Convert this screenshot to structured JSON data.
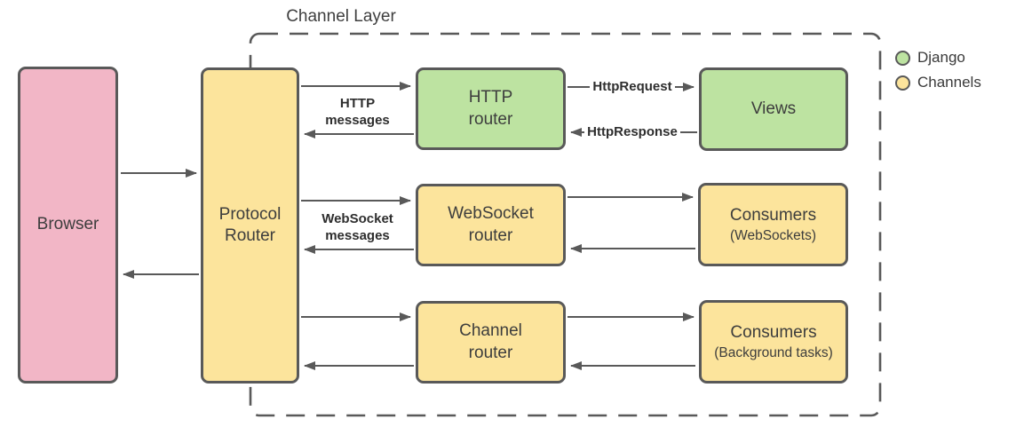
{
  "title": "Channel Layer",
  "legend": {
    "items": [
      {
        "label": "Django",
        "color": "#BDE3A1"
      },
      {
        "label": "Channels",
        "color": "#FCE49C"
      }
    ]
  },
  "nodes": {
    "browser": {
      "label": "Browser"
    },
    "protocol_router": {
      "label": "Protocol\nRouter"
    },
    "http_router": {
      "label": "HTTP\nrouter"
    },
    "views": {
      "label": "Views"
    },
    "websocket_router": {
      "label": "WebSocket\nrouter"
    },
    "consumers_websockets": {
      "label": "Consumers",
      "sublabel": "(WebSockets)"
    },
    "channel_router": {
      "label": "Channel\nrouter"
    },
    "consumers_background": {
      "label": "Consumers",
      "sublabel": "(Background tasks)"
    }
  },
  "edge_labels": {
    "http_messages": "HTTP\nmessages",
    "websocket_messages": "WebSocket\nmessages",
    "http_request": "HttpRequest",
    "http_response": "HttpResponse"
  },
  "colors": {
    "django_green": "#BDE3A1",
    "channels_yellow": "#FCE49C",
    "browser_pink": "#F2B6C6",
    "stroke": "#595959"
  }
}
